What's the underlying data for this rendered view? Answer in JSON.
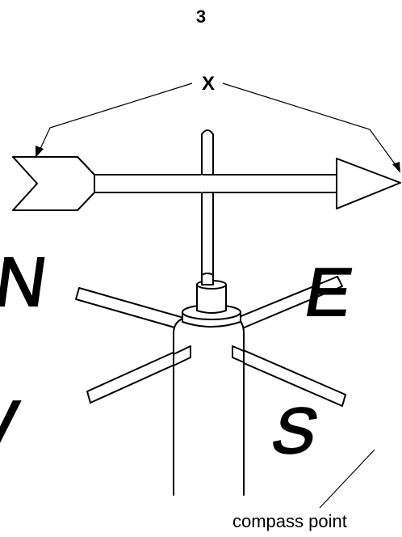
{
  "page_number": "3",
  "labels": {
    "x_label": "X",
    "compass_point_label": "compass point"
  },
  "compass_letters": {
    "north": "N",
    "east": "E",
    "south": "S",
    "west": "W"
  },
  "colors": {
    "ink": "#000000",
    "background": "#ffffff"
  }
}
